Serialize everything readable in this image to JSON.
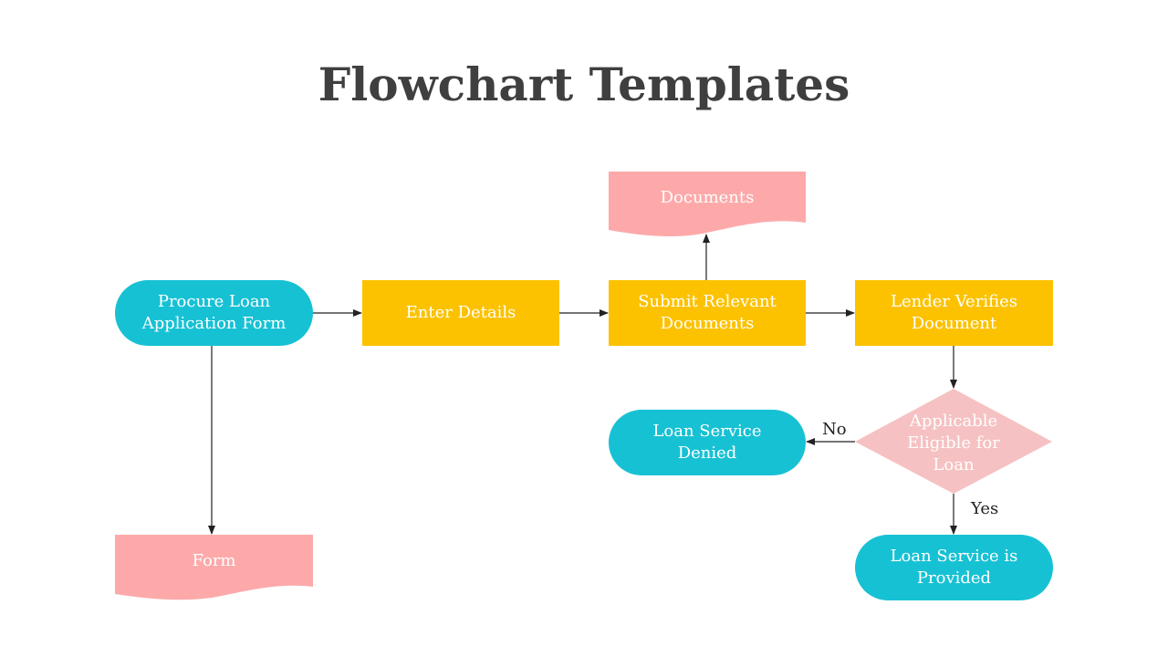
{
  "title": "Flowchart Templates",
  "colors": {
    "terminal": "#17c1d4",
    "process": "#fcc200",
    "document": "#fda9aa",
    "decision": "#f6c1c2",
    "arrow": "#222222",
    "title": "#3f3f3f"
  },
  "nodes": {
    "procure": "Procure Loan\nApplication Form",
    "enter": "Enter Details",
    "submit": "Submit Relevant\nDocuments",
    "verify": "Lender Verifies\nDocument",
    "documents": "Documents",
    "form": "Form",
    "decision": "Applicable\nEligible for\nLoan",
    "denied": "Loan Service\nDenied",
    "provided": "Loan Service is\nProvided"
  },
  "edges": {
    "no": "No",
    "yes": "Yes"
  }
}
